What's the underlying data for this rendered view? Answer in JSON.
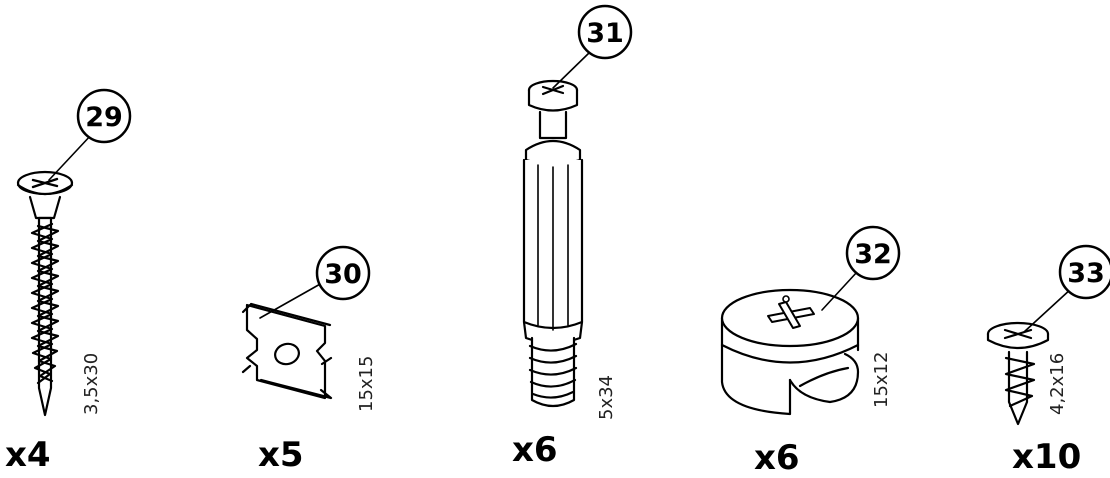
{
  "parts": [
    {
      "number": "29",
      "dimension": "3,5x30",
      "quantity": "x4",
      "kind": "wood-screw-icon"
    },
    {
      "number": "30",
      "dimension": "15x15",
      "quantity": "x5",
      "kind": "clip-plate-icon"
    },
    {
      "number": "31",
      "dimension": "5x34",
      "quantity": "x6",
      "kind": "cam-dowel-icon"
    },
    {
      "number": "32",
      "dimension": "15x12",
      "quantity": "x6",
      "kind": "cam-lock-icon"
    },
    {
      "number": "33",
      "dimension": "4,2x16",
      "quantity": "x10",
      "kind": "wafer-screw-icon"
    }
  ]
}
